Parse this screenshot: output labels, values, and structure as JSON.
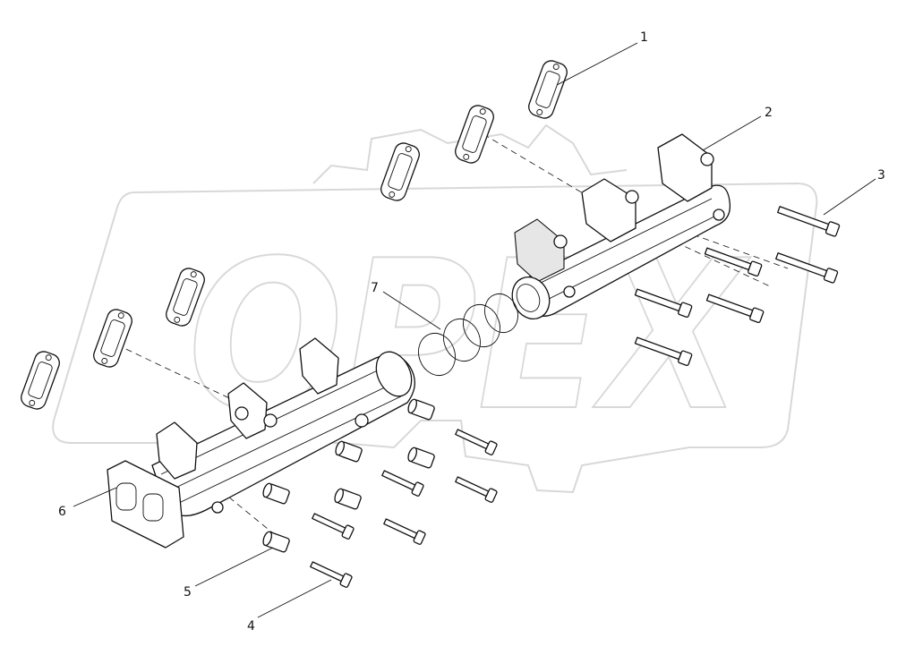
{
  "watermark": {
    "text": "OPEX",
    "color": "#d8d8d8"
  },
  "callouts": [
    {
      "id": "1",
      "label": "1"
    },
    {
      "id": "2",
      "label": "2"
    },
    {
      "id": "3",
      "label": "3"
    },
    {
      "id": "4",
      "label": "4"
    },
    {
      "id": "5",
      "label": "5"
    },
    {
      "id": "6",
      "label": "6"
    },
    {
      "id": "7",
      "label": "7"
    }
  ],
  "colors": {
    "line": "#111111",
    "background": "#ffffff",
    "watermark": "#d8d8d8"
  }
}
